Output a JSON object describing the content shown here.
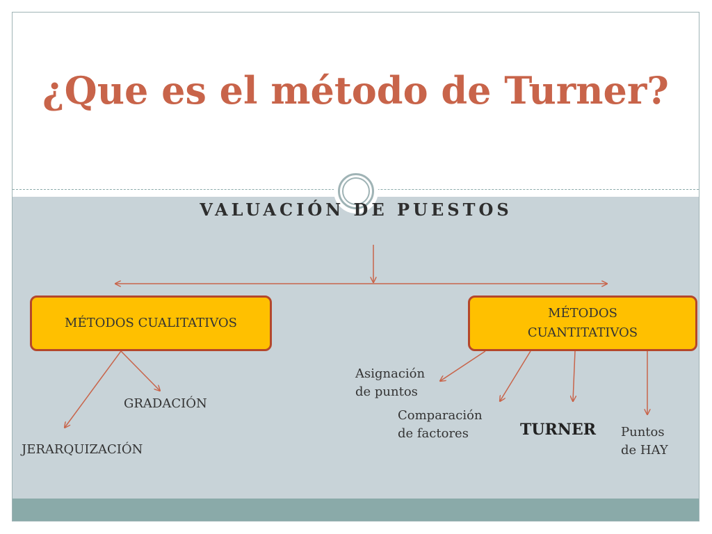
{
  "slide": {
    "title": "¿Que es el método de Turner?",
    "subtitle": "VALUACIÓN DE PUESTOS"
  },
  "diagram": {
    "boxes": {
      "cualitativos": "MÉTODOS CUALITATIVOS",
      "cuantitativos": "MÉTODOS\nCUANTITATIVOS"
    },
    "labels": {
      "gradacion": "GRADACIÓN",
      "jerarquizacion": "JERARQUIZACIÓN",
      "asignacion": "Asignación\nde puntos",
      "comparacion": "Comparación\nde factores",
      "turner": "TURNER",
      "hay": "Puntos\nde HAY"
    }
  },
  "colors": {
    "title": "#c8644a",
    "box_fill": "#ffc000",
    "box_border": "#b4472b",
    "arrow": "#c8644a",
    "body_bg": "#c8d3d8",
    "band": "#8aaaa9"
  }
}
